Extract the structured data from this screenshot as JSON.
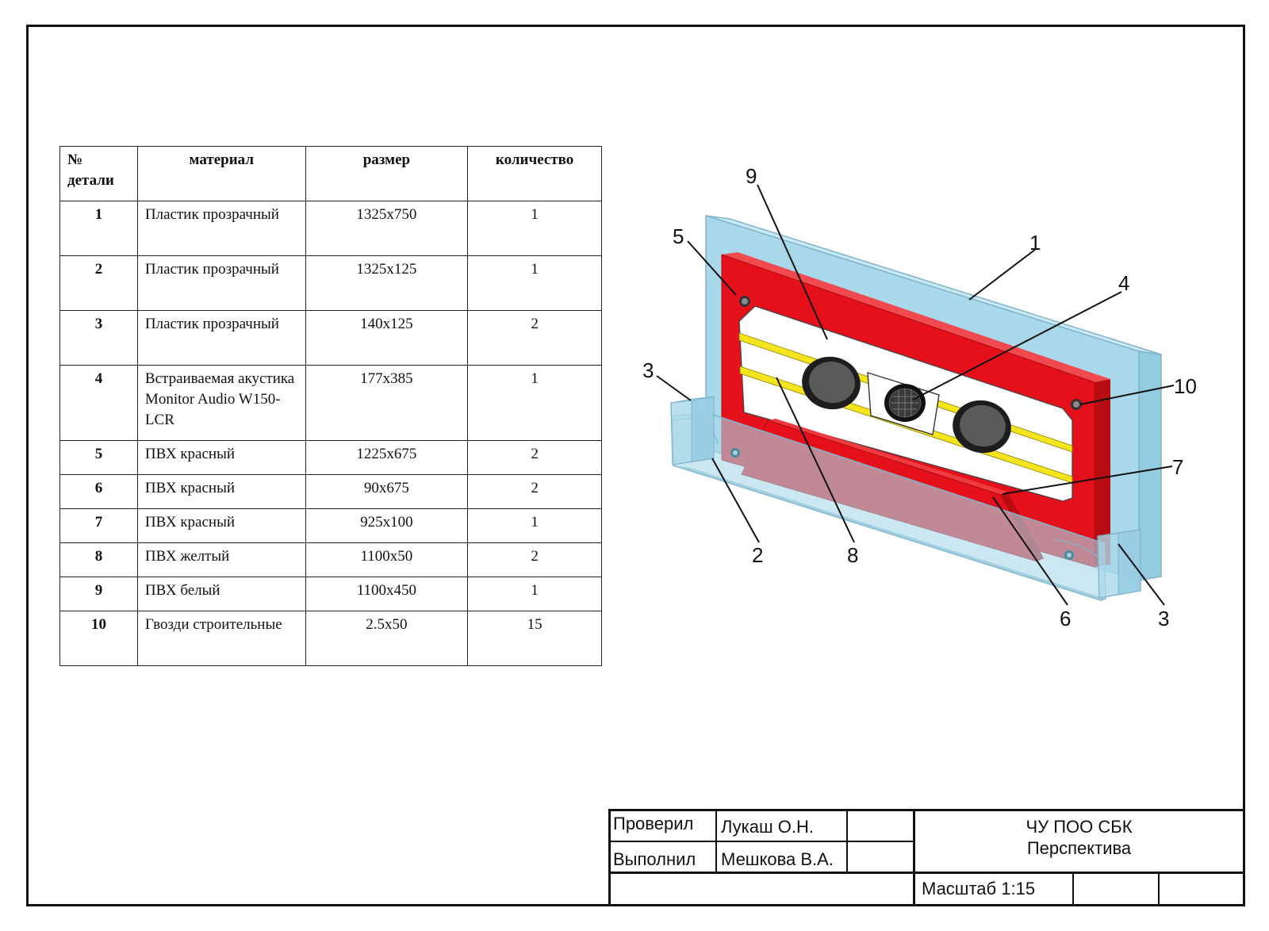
{
  "parts_table": {
    "headers": [
      "№ детали",
      "материал",
      "размер",
      "количество"
    ],
    "rows": [
      {
        "num": "1",
        "material": "Пластик прозрачный",
        "size": "1325x750",
        "qty": "1"
      },
      {
        "num": "2",
        "material": "Пластик прозрачный",
        "size": "1325x125",
        "qty": "1"
      },
      {
        "num": "3",
        "material": "Пластик прозрачный",
        "size": "140x125",
        "qty": "2"
      },
      {
        "num": "4",
        "material": "Встраиваемая акустика Monitor Audio W150-LCR",
        "size": "177x385",
        "qty": "1"
      },
      {
        "num": "5",
        "material": "ПВХ красный",
        "size": "1225x675",
        "qty": "2"
      },
      {
        "num": "6",
        "material": "ПВХ красный",
        "size": "90x675",
        "qty": "2"
      },
      {
        "num": "7",
        "material": "ПВХ красный",
        "size": "925x100",
        "qty": "1"
      },
      {
        "num": "8",
        "material": "ПВХ желтый",
        "size": "1100x50",
        "qty": "2"
      },
      {
        "num": "9",
        "material": "ПВХ белый",
        "size": "1100x450",
        "qty": "1"
      },
      {
        "num": "10",
        "material": "Гвозди строительные",
        "size": "2.5x50",
        "qty": "15"
      }
    ]
  },
  "callouts": {
    "c1": "1",
    "c2": "2",
    "c3a": "3",
    "c3b": "3",
    "c4": "4",
    "c5": "5",
    "c6": "6",
    "c7": "7",
    "c8": "8",
    "c9": "9",
    "c10": "10"
  },
  "title_block": {
    "checked_label": "Проверил",
    "checked_name": "Лукаш О.Н.",
    "done_label": "Выполнил",
    "done_name": "Мешкова В.А.",
    "org": "ЧУ ПОО СБК",
    "sheet_title": "Перспектива",
    "scale": "Масштаб 1:15"
  },
  "colors": {
    "acrylic": "#a9d8ea",
    "red_pvc": "#e5101a",
    "yellow_pvc": "#f6e41c",
    "white_pvc": "#ffffff",
    "speaker": "#4d4d4d"
  }
}
